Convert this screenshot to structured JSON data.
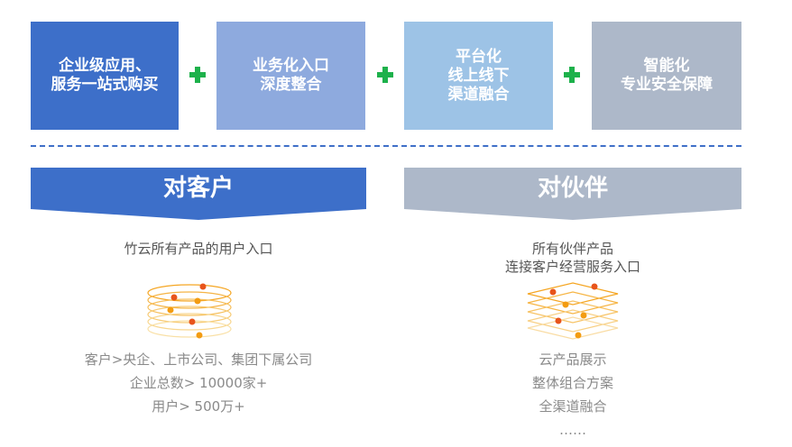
{
  "top_boxes": [
    {
      "lines": [
        "企业级应用、",
        "服务一站式购买"
      ],
      "color": "#3d6fc9"
    },
    {
      "lines": [
        "业务化入口",
        "深度整合"
      ],
      "color": "#8eaade"
    },
    {
      "lines": [
        "平台化",
        "线上线下",
        "渠道融合"
      ],
      "color": "#9dc3e6"
    },
    {
      "lines": [
        "智能化",
        "专业安全保障"
      ],
      "color": "#adb8c9"
    }
  ],
  "plus_color": "#1db14b",
  "divider_color": "#3f6fc8",
  "customer": {
    "title": "对客户",
    "color": "#3d6fc9",
    "desc": [
      "竹云所有产品的用户入口"
    ],
    "icon": "concentric-rings-icon",
    "items": [
      "客户>央企、上市公司、集团下属公司",
      "企业总数> 10000家+",
      "用户> 500万+"
    ]
  },
  "partner": {
    "title": "对伙伴",
    "color": "#adb8c9",
    "desc": [
      "所有伙伴产品",
      "连接客户经营服务入口"
    ],
    "icon": "stacked-layers-icon",
    "items": [
      "云产品展示",
      "整体组合方案",
      "全渠道融合",
      "……"
    ]
  }
}
